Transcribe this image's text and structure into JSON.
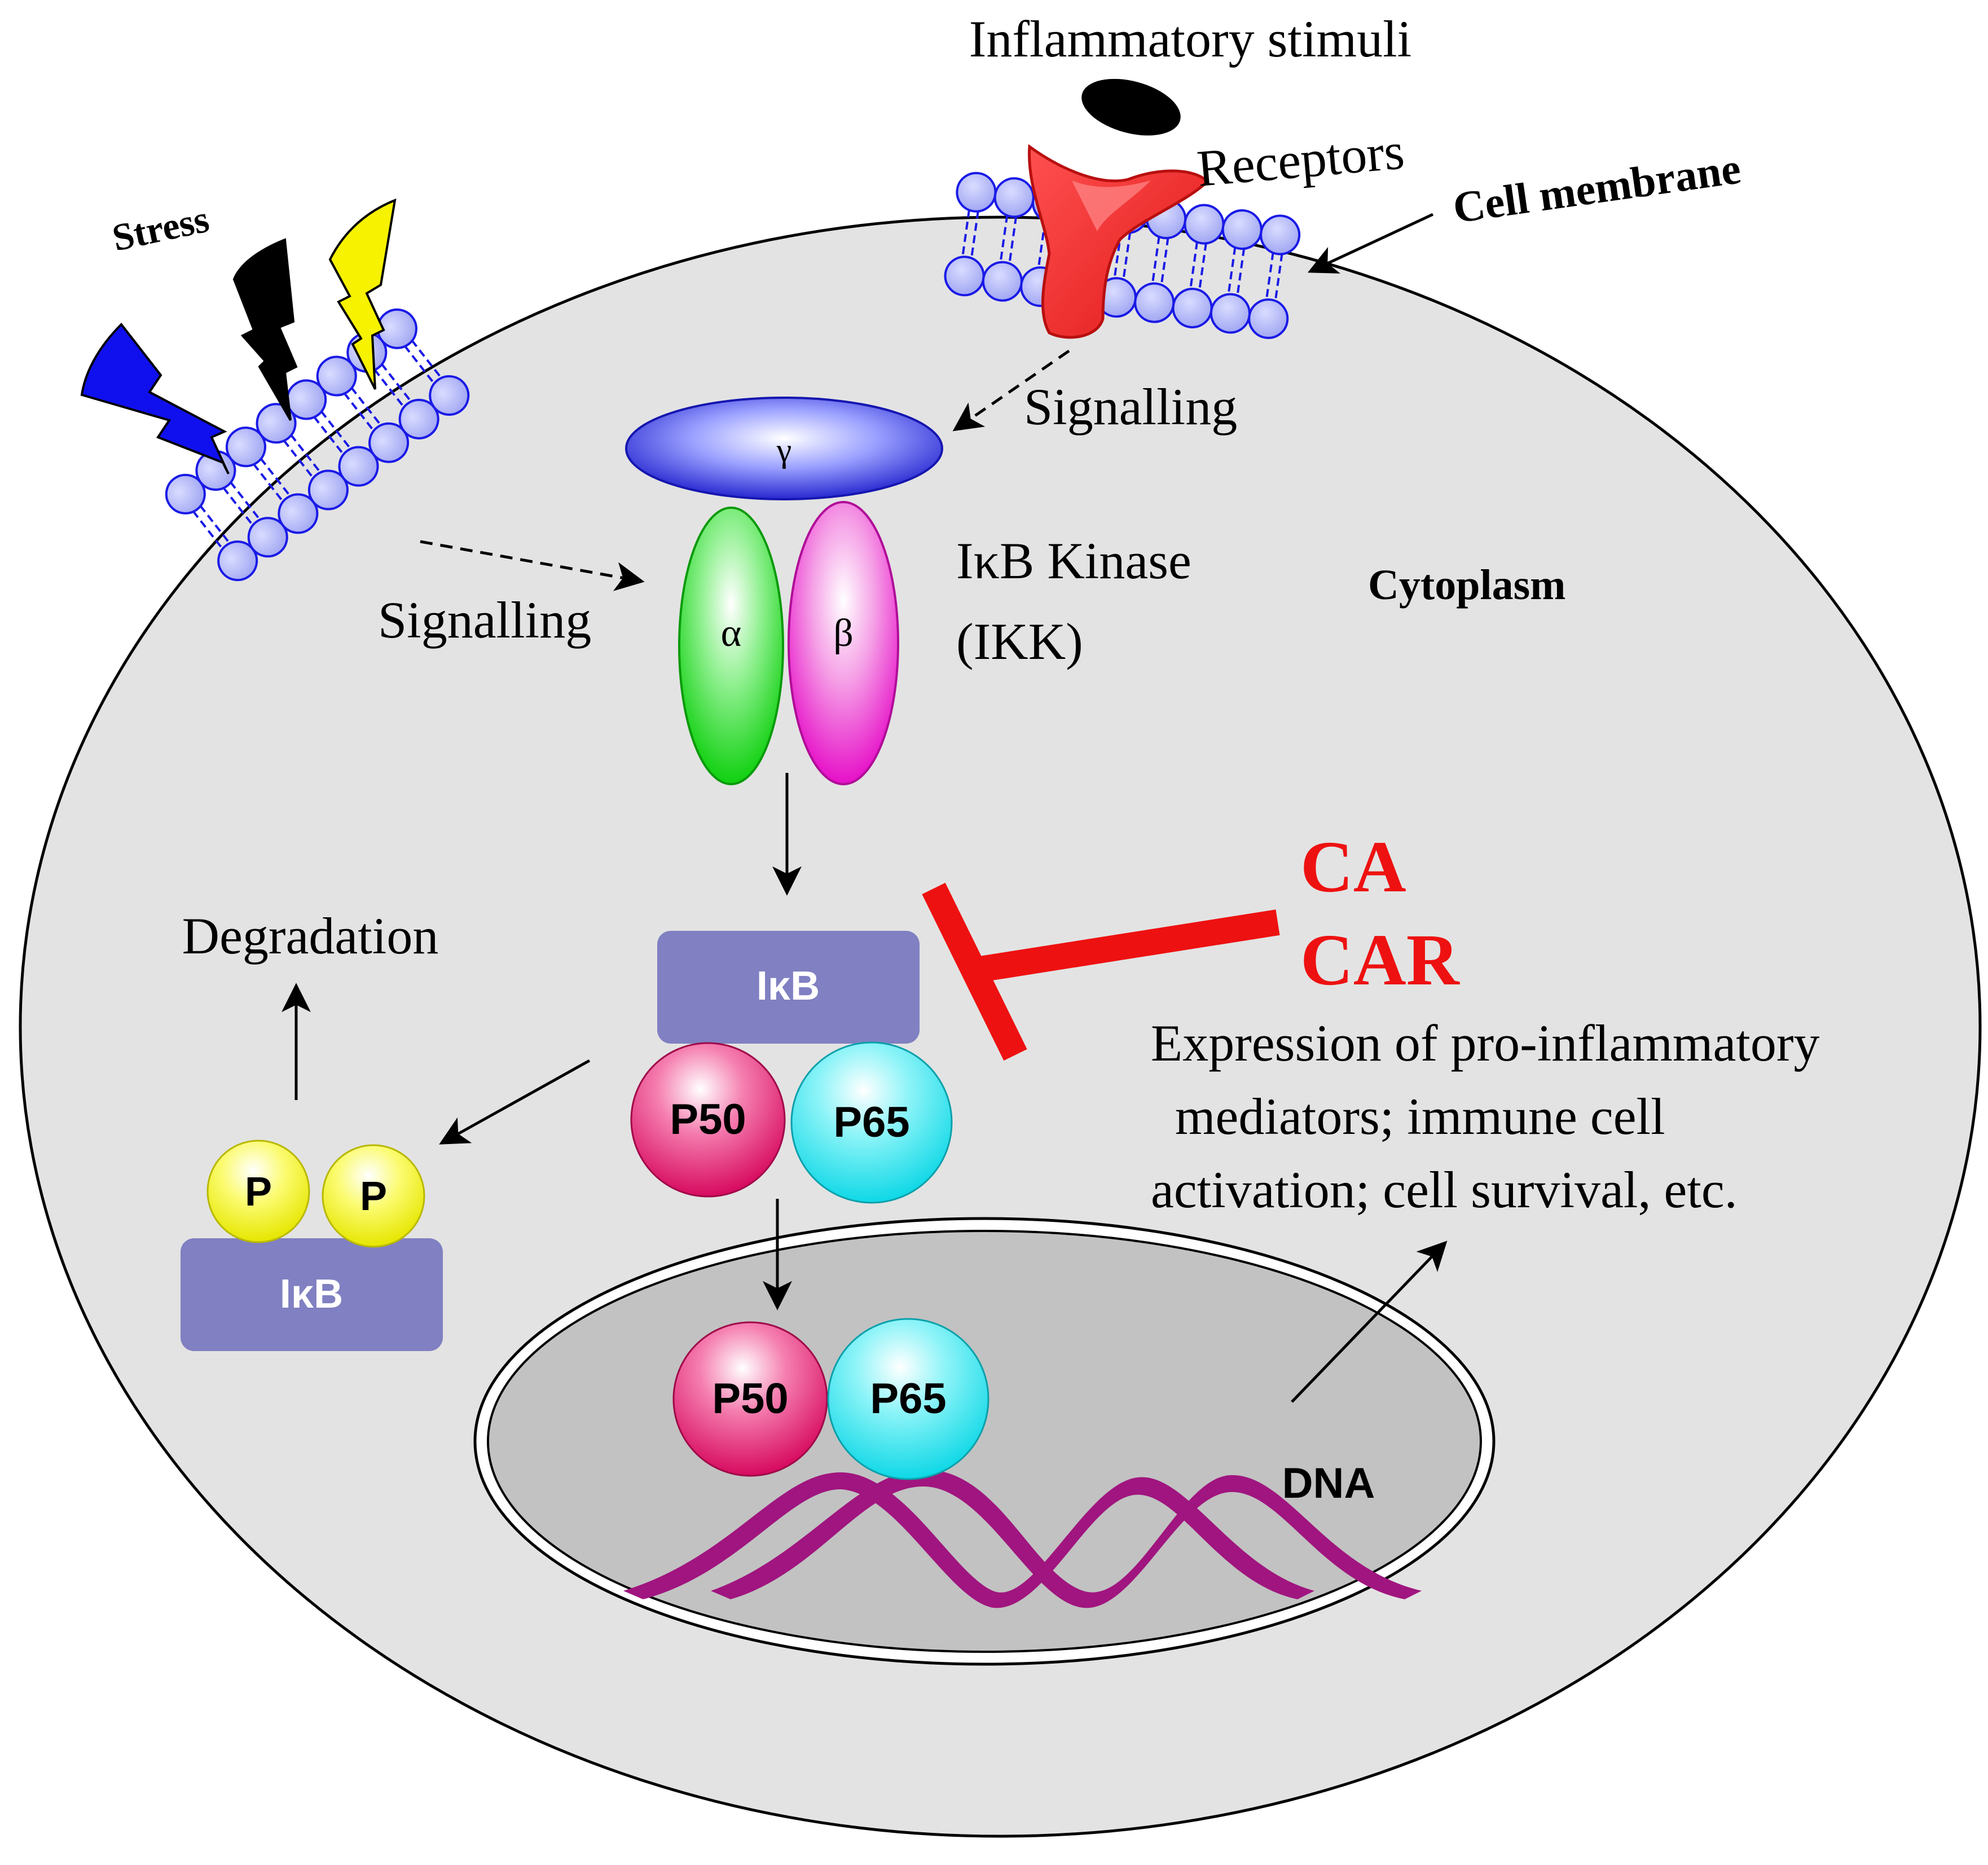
{
  "labels": {
    "stimuli": "Inflammatory stimuli",
    "receptors": "Receptors",
    "cell_membrane": "Cell membrane",
    "stress": "Stress",
    "signalling_top": "Signalling",
    "signalling_left": "Signalling",
    "ikk_line1": "IκB Kinase",
    "ikk_line2": "(IKK)",
    "cytoplasm": "Cytoplasm",
    "gamma": "γ",
    "alpha": "α",
    "beta": "β",
    "degradation": "Degradation",
    "ikb_main": "IκB",
    "ikb_phos": "IκB",
    "p_left": "P",
    "p_right": "P",
    "p50_cyto": "P50",
    "p65_cyto": "P65",
    "p50_nuc": "P50",
    "p65_nuc": "P65",
    "dna": "DNA",
    "inhibitor_1": "CA",
    "inhibitor_2": "CAR",
    "expression_1": "Expression of pro-inflammatory",
    "expression_2": " mediators; immune cell",
    "expression_3": "activation; cell survival, etc."
  },
  "colors": {
    "cell_fill": "#e3e3e3",
    "nucleus_fill": "#c2c2c2",
    "lipid_head": "#aab0f5",
    "lipid_stroke": "#1a1ae6",
    "receptor": "#ee2a2a",
    "gamma_subunit": "#2222dd",
    "alpha_subunit": "#22dd22",
    "beta_subunit": "#ee22cc",
    "ikb_box": "#8080c2",
    "p50": "#e8136f",
    "p65": "#12e3ef",
    "phosphate": "#f2f200",
    "inhibitor": "#ee1111",
    "dna_strand": "#a0157f"
  }
}
